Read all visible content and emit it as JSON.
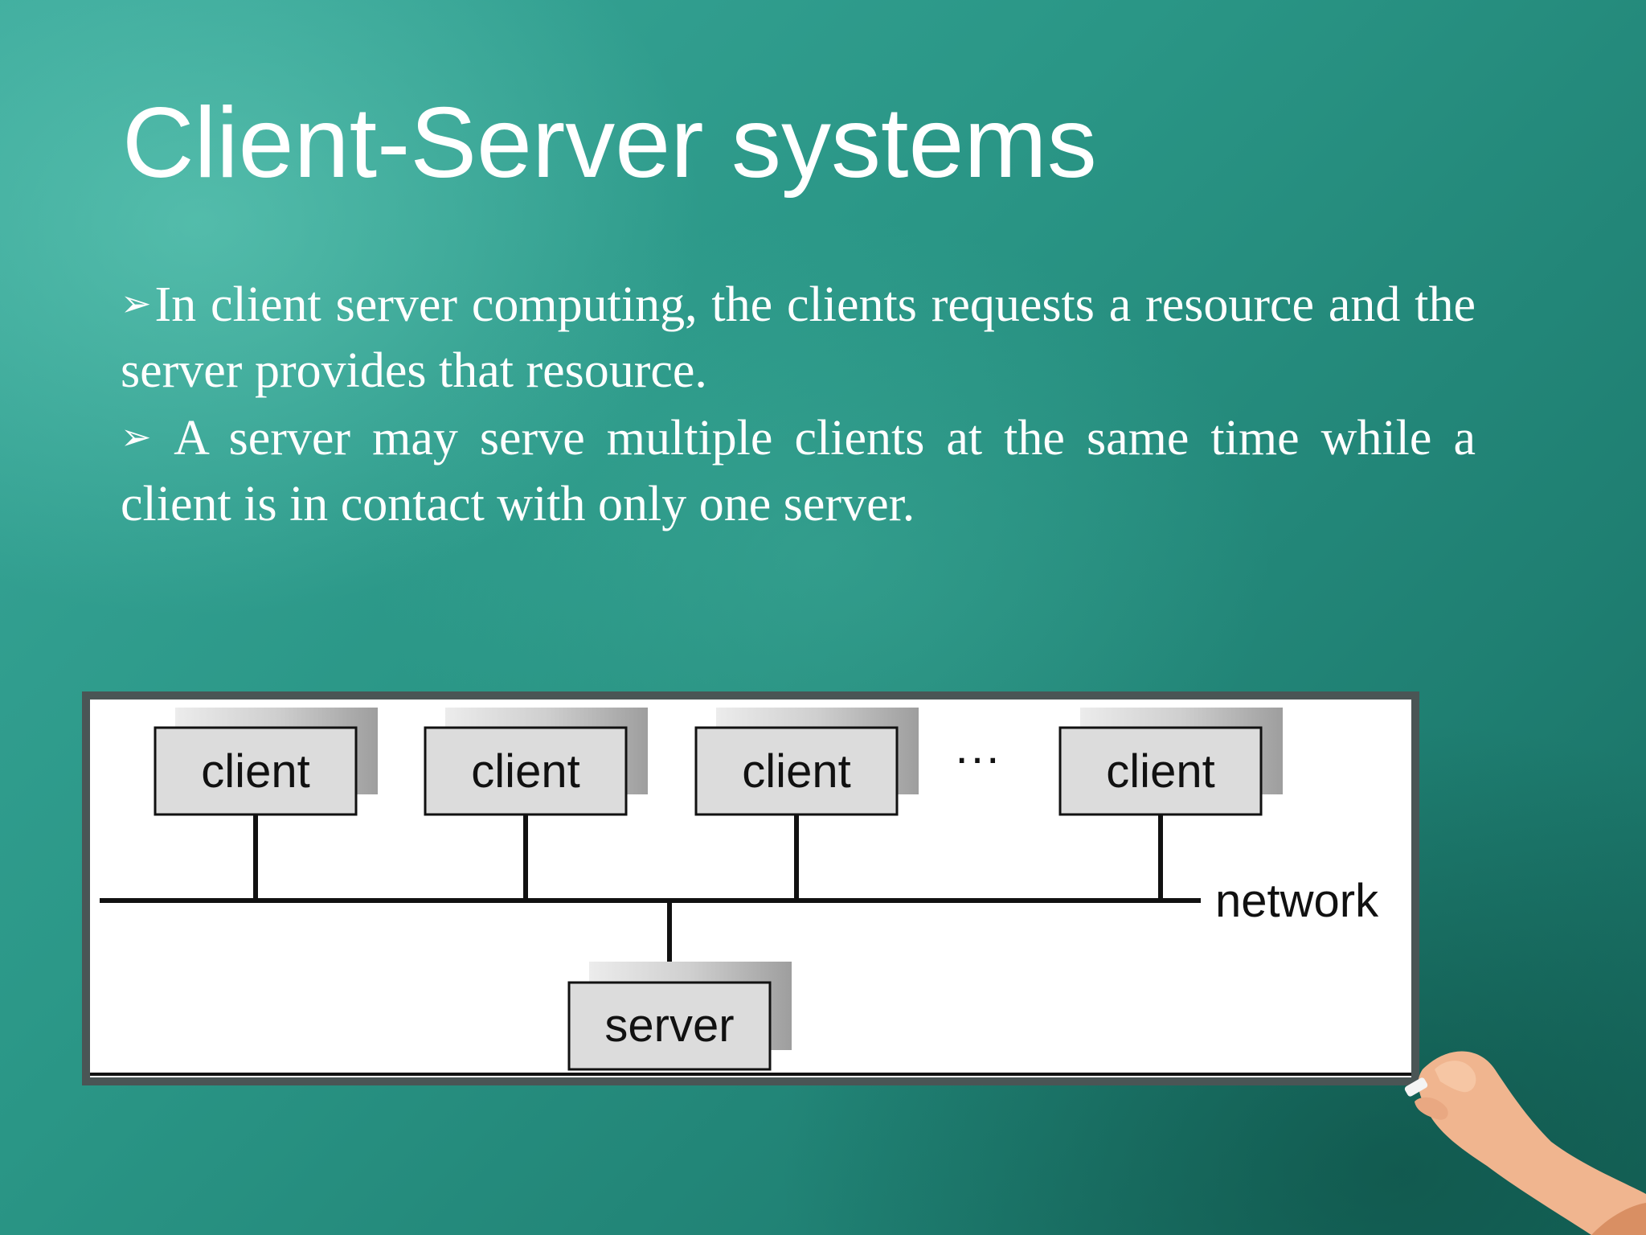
{
  "slide": {
    "title": "Client-Server systems",
    "bullets": [
      {
        "marker": "➢",
        "text": "In client server computing, the clients requests a resource and the server provides that resource."
      },
      {
        "marker": "➢",
        "text": " A server may serve multiple clients at the same time while a client is in contact with only one server."
      }
    ]
  },
  "diagram": {
    "clients": [
      "client",
      "client",
      "client",
      "client"
    ],
    "ellipsis": "···",
    "network_label": "network",
    "server_label": "server"
  },
  "colors": {
    "background": "#2a9686",
    "title_text": "#ffffff",
    "diagram_frame": "#4a5555",
    "box_fill": "#dcdcdc",
    "box_shadow": "#a8a8a8",
    "lines": "#111111"
  }
}
